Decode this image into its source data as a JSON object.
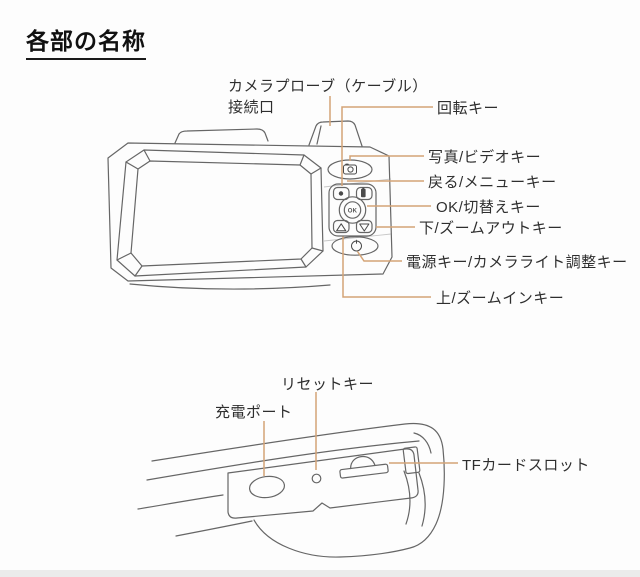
{
  "title": "各部の名称",
  "colors": {
    "bg": "#fdfdfd",
    "drawing-line": "#666666",
    "leader-line": "#d4a376",
    "text": "#2e2e2e",
    "title-text": "#111111"
  },
  "top_diagram": {
    "labels": {
      "probe_port_line1": "カメラプローブ（ケーブル）",
      "probe_port_line2": "接続口",
      "rotate_key": "回転キー",
      "photo_video_key": "写真/ビデオキー",
      "back_menu_key": "戻る/メニューキー",
      "ok_switch_key": "OK/切替えキー",
      "down_zoom_out_key": "下/ズームアウトキー",
      "power_key": "電源キー/カメラライト調整キー",
      "up_zoom_in_key": "上/ズームインキー",
      "ok_button_text": "OK"
    }
  },
  "bottom_diagram": {
    "labels": {
      "reset_key": "リセットキー",
      "charge_port": "充電ポート",
      "tf_card_slot": "TFカードスロット"
    }
  }
}
